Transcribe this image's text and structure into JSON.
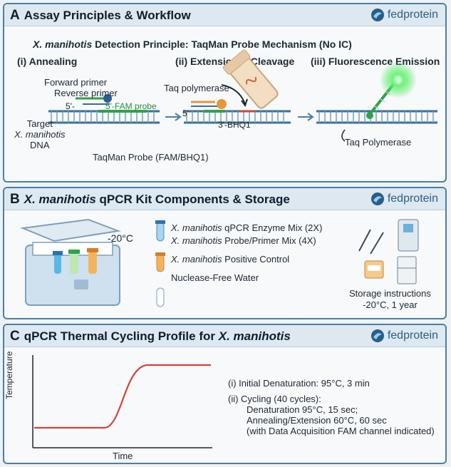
{
  "brand": "fedprotein",
  "panel_a": {
    "letter": "A",
    "title": "Assay Principles & Workflow",
    "principle_organism": "X. manihotis",
    "principle_text": " Detection Principle: TaqMan Probe Mechanism (No IC)",
    "step1": "(i) Annealing",
    "step2": "(ii) Extension & Cleavage",
    "step3": "(iii) Fluorescence Emission",
    "forward_primer": "Forward primer",
    "reverse_primer": "Reverse primer",
    "five_prime": "5'-",
    "fam_probe": "5'-FAM probe",
    "target_line1": "Target",
    "target_line2": "X. manihotis",
    "target_line3": "DNA",
    "taqman_probe": "TaqMan Probe (FAM/BHQ1)",
    "taq_polymerase_top": "Taq polymerase",
    "five_prime_2": "5'",
    "bhq1": "3'-BHQ1",
    "taq_polymerase_bottom": "Taq Polymerase"
  },
  "panel_b": {
    "letter": "B",
    "organism": "X. manihotis",
    "title_rest": " qPCR Kit Components & Storage",
    "temp": "-20°C",
    "items": [
      {
        "organism": "X. manihotis",
        "text": " qPCR Enzyme Mix (2X)"
      },
      {
        "organism": "X. manihotis",
        "text": " Probe/Primer Mix (4X)"
      },
      {
        "organism": "X. manihotis",
        "text": " Positive Control"
      },
      {
        "organism": "",
        "text": "Nuclease-Free Water"
      }
    ],
    "storage_line1": "Storage instructions",
    "storage_line2": "-20°C, 1 year"
  },
  "panel_c": {
    "letter": "C",
    "title_prefix": "qPCR Thermal Cycling Profile for ",
    "organism": "X. manihotis",
    "ylabel": "Temperature",
    "xlabel": "Time",
    "step1": "(i)  Initial Denaturation: 95°C, 3 min",
    "step2": "(ii) Cycling (40 cycles):",
    "step2a": "Denaturation 95°C, 15 sec;",
    "step2b": "Annealing/Extension 60°C, 60 sec",
    "step2c": "(with Data Acquisition FAM channel indicated)"
  },
  "colors": {
    "panel_border": "#4a7fa8",
    "dna_blue": "#3e6f97",
    "probe_green": "#2fa24a",
    "primer_orange": "#e8963a",
    "curve_red": "#d9403a",
    "glow_green": "#49e35a"
  }
}
